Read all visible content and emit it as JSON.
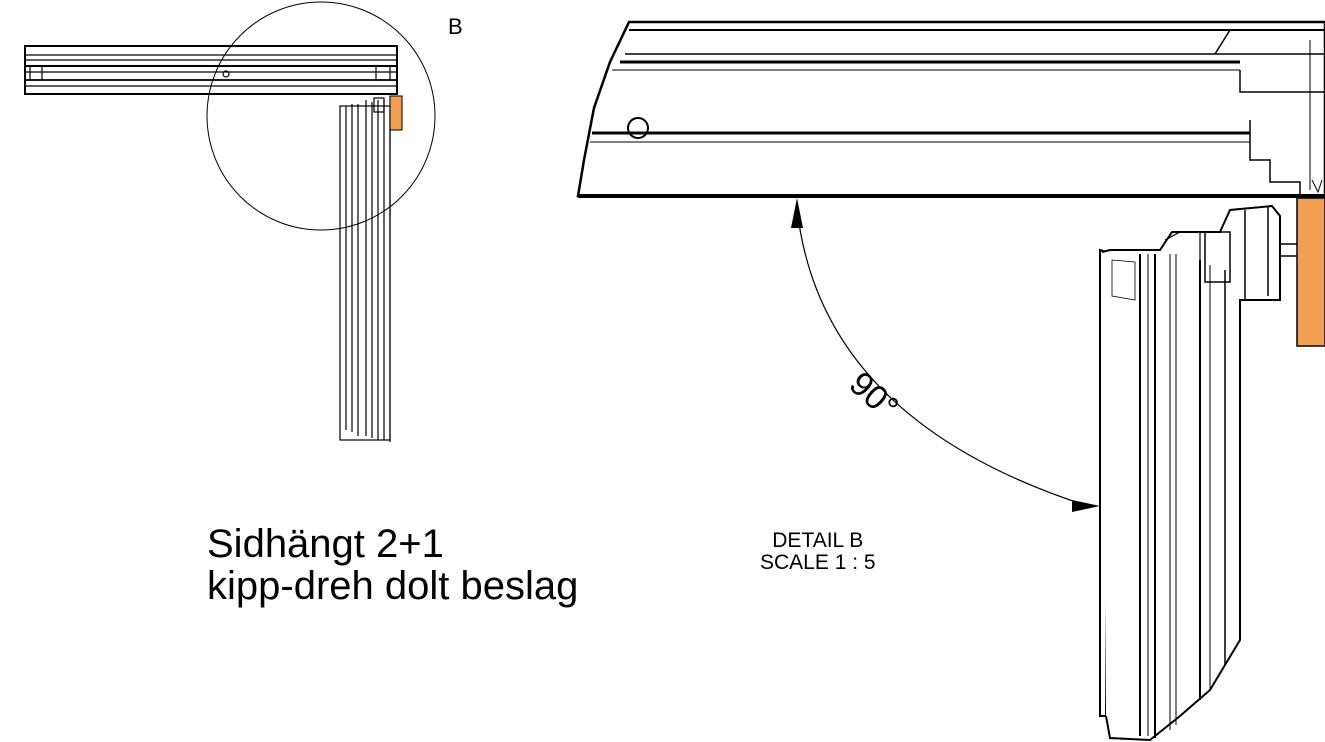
{
  "detail_callout": "B",
  "title": {
    "line1": "Sidhängt 2+1",
    "line2": "kipp-dreh dolt beslag"
  },
  "detail": {
    "name": "DETAIL B",
    "scale": "SCALE 1 : 5"
  },
  "angle_label": "90°",
  "colors": {
    "line": "#000000",
    "hinge_accent": "#f0a050",
    "background": "#ffffff"
  }
}
